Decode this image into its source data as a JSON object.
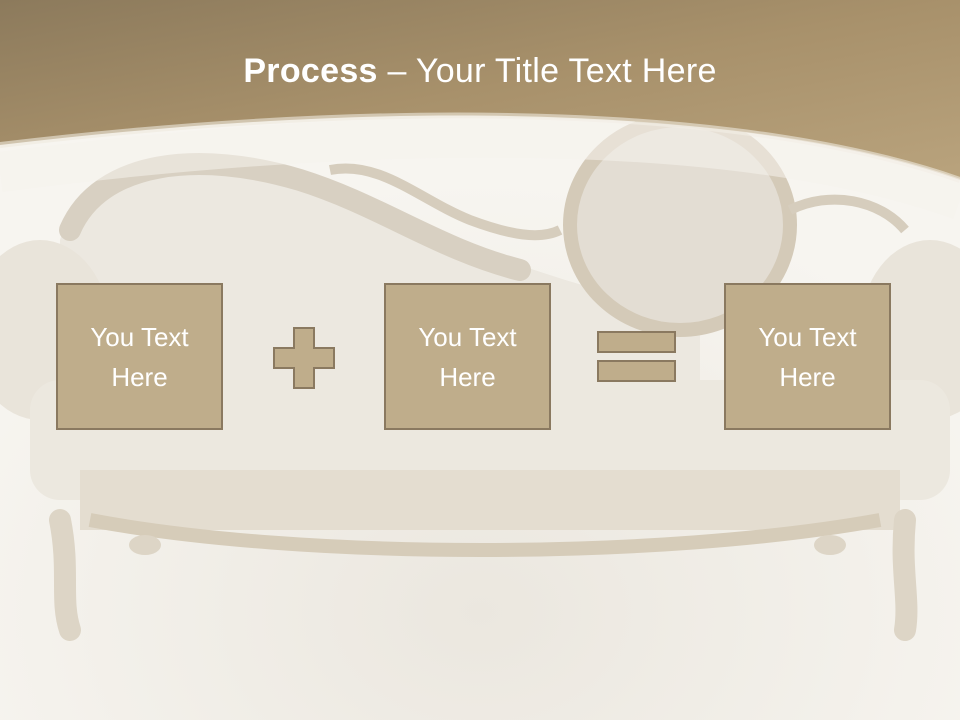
{
  "slide": {
    "title_bold": "Process",
    "title_rest": " – Your Title Text Here",
    "boxes": [
      {
        "label": "You Text Here"
      },
      {
        "label": "You Text Here"
      },
      {
        "label": "You Text Here"
      }
    ],
    "operators": {
      "first": "plus-icon",
      "second": "equals-icon"
    }
  },
  "colors": {
    "banner": "#a8916b",
    "box_fill": "#bfad8b",
    "box_border": "#8a7960",
    "operator_fill": "#bfad8b"
  }
}
